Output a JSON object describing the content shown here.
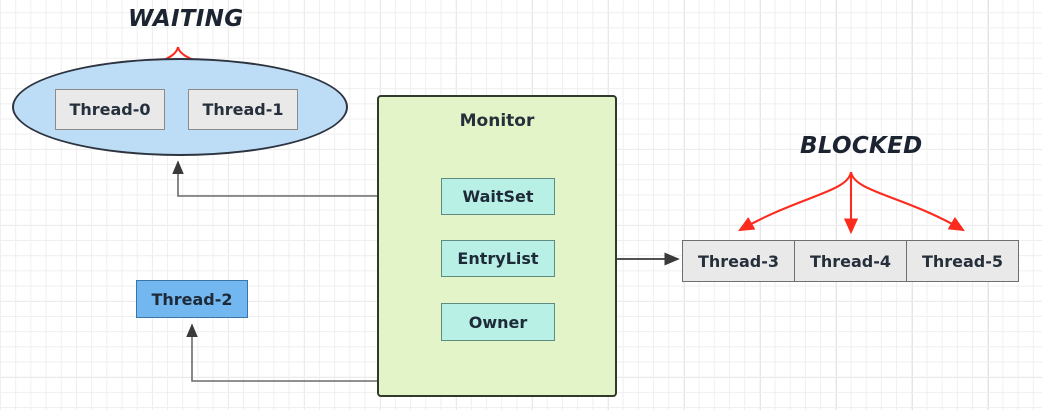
{
  "diagram": {
    "title_waiting": "WAITING",
    "title_blocked": "BLOCKED",
    "monitor_title": "Monitor",
    "waiting_threads": [
      {
        "label": "Thread-0"
      },
      {
        "label": "Thread-1"
      }
    ],
    "monitor_fields": [
      {
        "label": "WaitSet"
      },
      {
        "label": "EntryList"
      },
      {
        "label": "Owner"
      }
    ],
    "owner_thread": {
      "label": "Thread-2"
    },
    "blocked_threads": [
      {
        "label": "Thread-3"
      },
      {
        "label": "Thread-4"
      },
      {
        "label": "Thread-5"
      }
    ],
    "colors": {
      "waiting_ellipse_fill": "#bdddf7",
      "monitor_fill": "#e2f4c8",
      "field_fill": "#b9f0e6",
      "owner_thread_fill": "#72b7f0",
      "thread_fill": "#e9e9e9",
      "arrow_red": "#fb2b1e",
      "arrow_dark": "#3a3a3a",
      "connector_gray": "#6b6b6b",
      "grid_line": "#e2e2e2"
    }
  }
}
